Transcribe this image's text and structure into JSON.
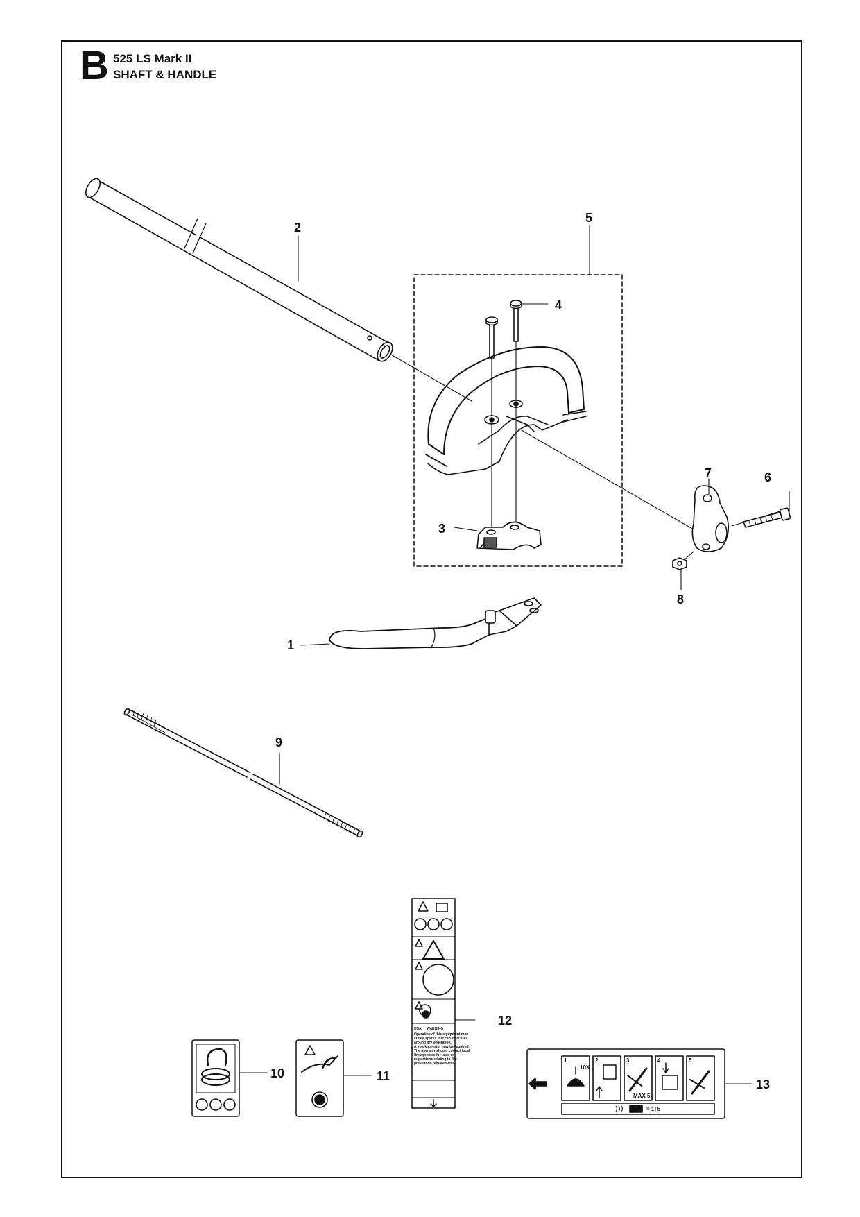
{
  "header": {
    "section_letter": "B",
    "model": "525 LS Mark II",
    "title": "SHAFT & HANDLE"
  },
  "callouts": [
    {
      "id": "1",
      "part": "loop-handle"
    },
    {
      "id": "2",
      "part": "shaft-tube"
    },
    {
      "id": "3",
      "part": "handle-clamp"
    },
    {
      "id": "4",
      "part": "screw"
    },
    {
      "id": "5",
      "part": "handle-kit"
    },
    {
      "id": "6",
      "part": "bolt"
    },
    {
      "id": "7",
      "part": "shaft-clamp"
    },
    {
      "id": "8",
      "part": "nut"
    },
    {
      "id": "9",
      "part": "drive-shaft"
    },
    {
      "id": "10",
      "part": "decal-trimmer-head"
    },
    {
      "id": "11",
      "part": "decal-hedge"
    },
    {
      "id": "12",
      "part": "decal-warning-shaft"
    },
    {
      "id": "13",
      "part": "decal-starting"
    }
  ],
  "decals": {
    "warning_label": {
      "usa": "USA",
      "heading": "WARNING",
      "body": [
        "Operation of this equipment may",
        "create sparks that can start fires",
        "around dry vegetation.",
        "A spark arrestor may be required.",
        "The operator should contact local",
        "fire agencies for laws or",
        "regulations relating to fire",
        "prevention requirements."
      ]
    },
    "starting": {
      "steps": [
        "1",
        "2",
        "3",
        "4",
        "5"
      ],
      "step1_text": "10X",
      "step3_text": "MAX 5",
      "ratio_text": "= 1÷5"
    }
  }
}
